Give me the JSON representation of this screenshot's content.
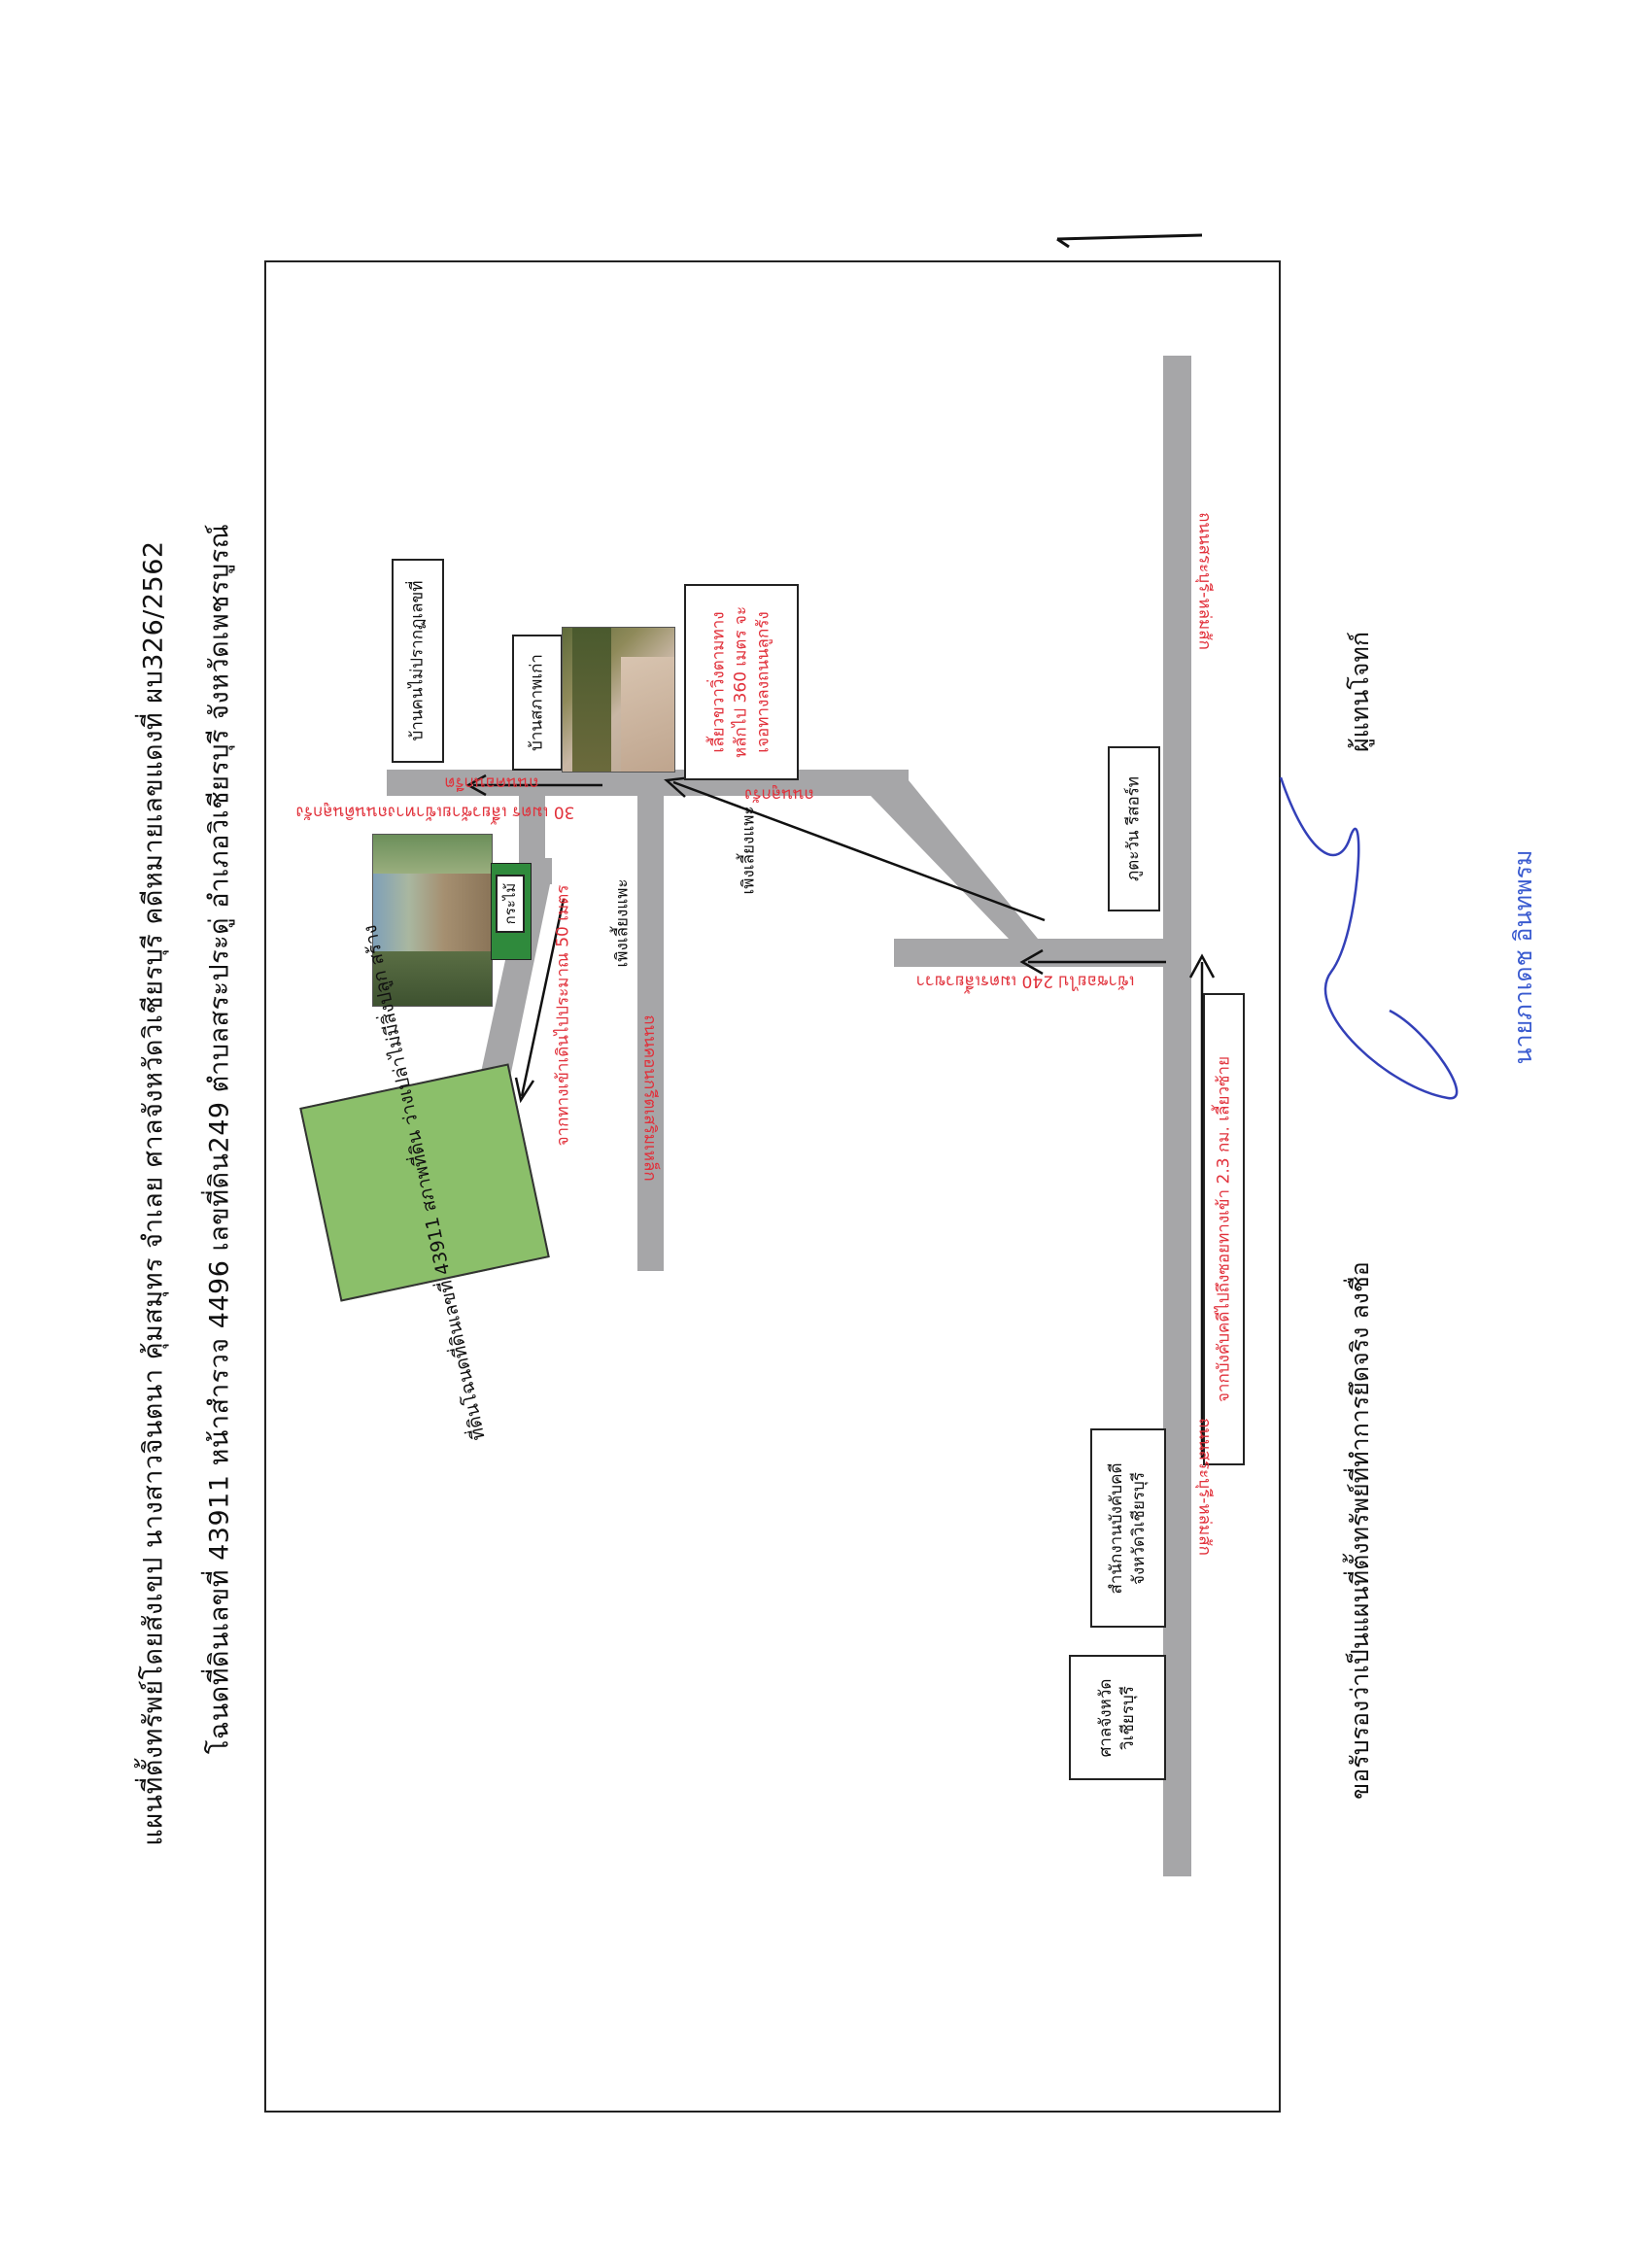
{
  "header": {
    "line1": "แผนที่ตั้งทรัพย์โดยสังเขป   นางสาวจินตนา  คุ้มสมุทร จำเลย    ศาลจังหวัดวิเชียรบุรี   คดีหมายเลขแดงที่  ผบ326/2562",
    "line2": "โฉนดที่ดินเลขที่ 43911  หน้าสำรวจ 4496  เลขที่ดิน249  ตำบลสระประดู่    อำเภอวิเชียรบุรี    จังหวัดเพชรบูรณ์"
  },
  "boxes": {
    "court": [
      "ศาลจังหวัด",
      "วิเชียรบุรี"
    ],
    "enforcement_office": [
      "สำนักงานบังคับคดี",
      "จังหวัดวิเชียรบุรี"
    ],
    "resort": "ภูตะวัน รีสอร์ท",
    "distance_from_office": "จากบังคับคดีไปถึงซอยทางเข้า 2.3 กม. เลี้ยวซ้าย",
    "turn_right_note": [
      "เลี้ยวขวาวิ่งตามทาง",
      "หลักไป 360 เมตร จะ",
      "เจอทางลงถนนลูกรัง"
    ],
    "abandoned_house": "บ้านคนไม่ปรากฏเลขที่",
    "old_house": "บ้านสภาพเก่า",
    "hut": "กระไม้",
    "target_land": [
      "ที่ดินโฉนดที่ดินเลขที่",
      "43911  สภาพที่ดิน",
      "ว่างเปล่าไม่มีสิ่งปลูก",
      "สร้าง"
    ]
  },
  "labels": {
    "road_main_1": "ถนนสระบุรี-หล่มสัก",
    "road_main_2": "ถนนสระบุรี-หล่มสัก",
    "turn_in_240": "เข้าซอยไป 240 เมตรเลี้ยวขวา",
    "laterite_road": "ถนนลูกรัง",
    "concrete_road": "ถนนคอนกรีต",
    "concrete_road_2": "ถนนคอนกรีตเสริมเหล็ก",
    "turn_left_30": "30 เมตร เลี้ยวซ้ายเข้าทางถนนดินลูกรัง",
    "walk_in_50": "จากทางเข้าเดินไปประมาณ 50 เมตร",
    "shed_1": "เพิงเลี้ยงแพะ",
    "shed_2": "เพิงเลี้ยงแพะ"
  },
  "footer": {
    "certify": "ขอรับรองว่าเป็นแผนที่ตั้งทรัพย์ที่ทำการยึดจริง  ลงชื่อ",
    "signer_role": "ผู้แทนโจทก์",
    "signer_name": "นายภาเดช  อินทพรม"
  },
  "colors": {
    "road": "#a6a6a8",
    "red_text": "#e1303a",
    "target_fill": "#8bbf6a",
    "hut_fill": "#2f8a3c",
    "signature_ink": "#3a5bd0"
  },
  "icons": {
    "north_arrow": "arrow-left-icon",
    "direction_arrows": "arrow-icon"
  }
}
